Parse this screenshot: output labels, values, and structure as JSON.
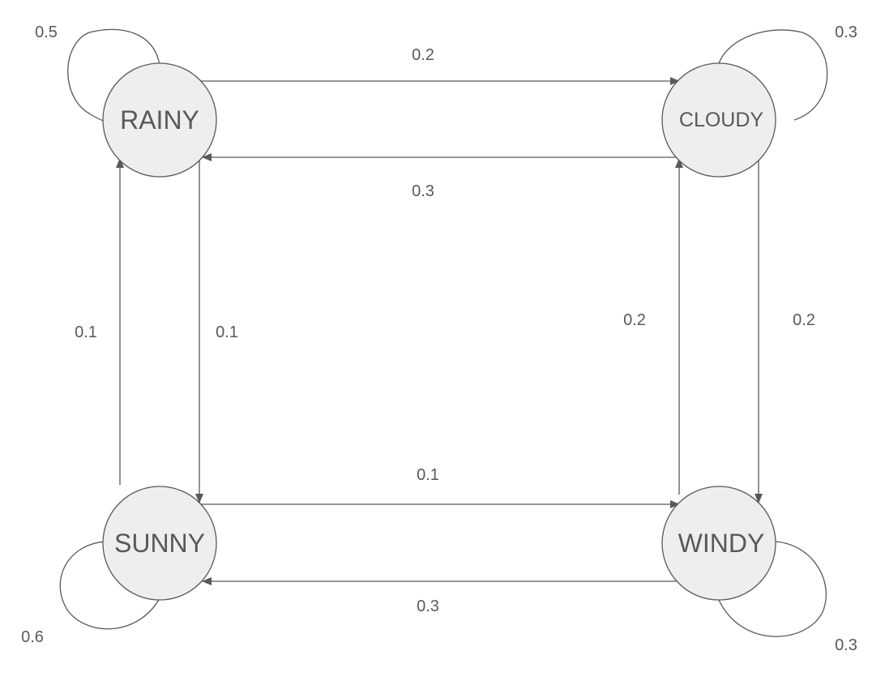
{
  "colors": {
    "stroke": "#595959",
    "node_fill": "#eeeeee",
    "text": "#595959",
    "background": "#ffffff"
  },
  "states": {
    "rainy": "RAINY",
    "cloudy": "CLOUDY",
    "sunny": "SUNNY",
    "windy": "WINDY"
  },
  "transitions": {
    "rainy_to_rainy": "0.5",
    "rainy_to_cloudy": "0.2",
    "rainy_to_sunny": "0.1",
    "cloudy_to_cloudy": "0.3",
    "cloudy_to_rainy": "0.3",
    "cloudy_to_windy": "0.2",
    "sunny_to_sunny": "0.6",
    "sunny_to_rainy": "0.1",
    "sunny_to_windy": "0.1",
    "windy_to_windy": "0.3",
    "windy_to_sunny": "0.3",
    "windy_to_cloudy": "0.2"
  }
}
